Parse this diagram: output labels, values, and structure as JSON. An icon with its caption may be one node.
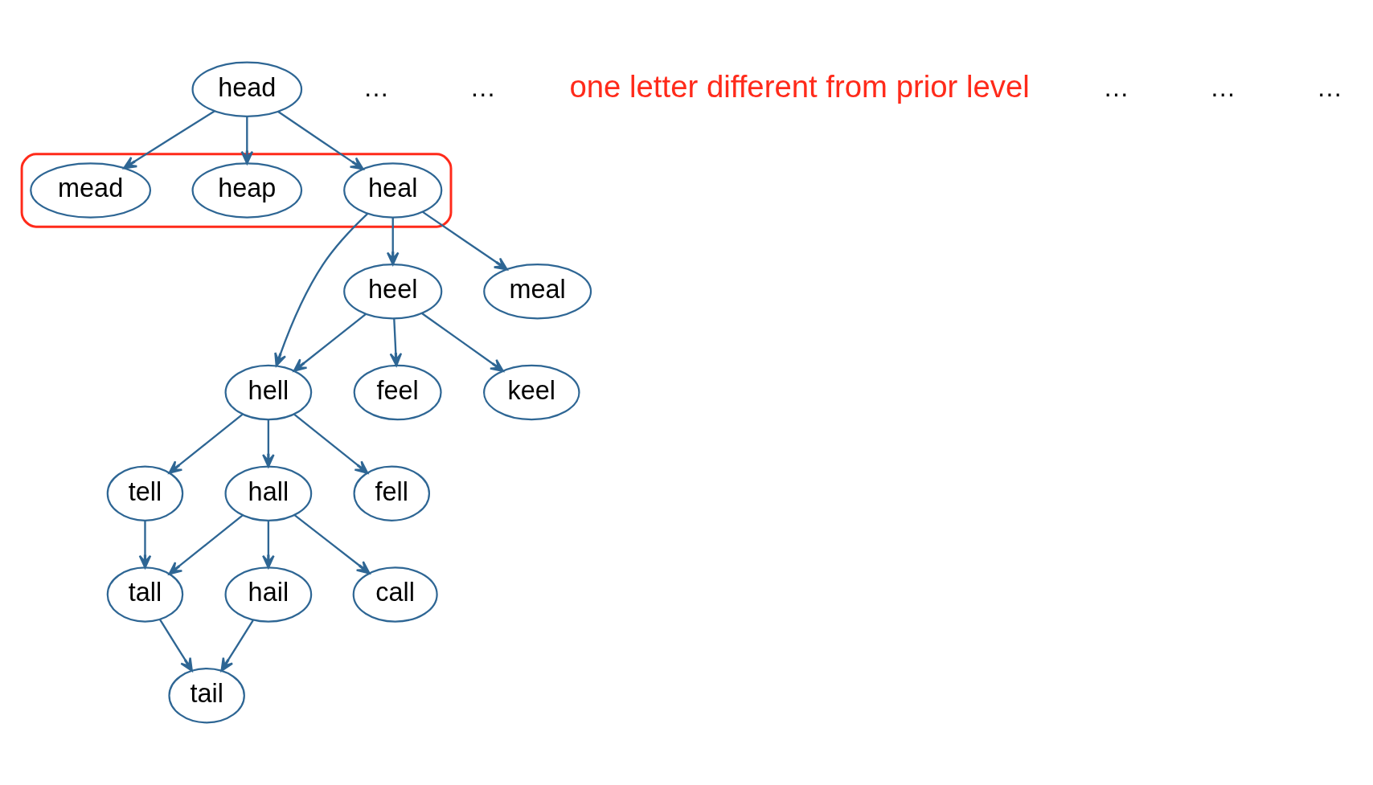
{
  "diagram": {
    "nodes": [
      {
        "text": [
          "head"
        ]
      },
      {
        "text": [],
        "shape": "box"
      },
      {
        "text": [
          "heal"
        ],
        "in": 1
      },
      {
        "text": [
          "heap"
        ],
        "in": 1
      },
      {
        "text": [
          "mead"
        ],
        "in": 1
      },
      {
        "text": [
          "heel"
        ]
      },
      {
        "text": [
          "hell"
        ]
      },
      {
        "text": [
          "meal"
        ]
      },
      {
        "text": [
          "feel"
        ]
      },
      {
        "text": [
          "keel"
        ]
      },
      {
        "text": [
          "hall"
        ]
      },
      {
        "text": [
          "tell"
        ]
      },
      {
        "text": [
          "fell"
        ]
      },
      {
        "text": [
          "tall"
        ]
      },
      {
        "text": [
          "hail"
        ]
      },
      {
        "text": [
          "call"
        ]
      },
      {
        "text": [
          "tail"
        ]
      }
    ],
    "edges": [
      {
        "from": 0,
        "to": 2,
        "arrow": "to"
      },
      {
        "from": 0,
        "to": 3,
        "arrow": "to"
      },
      {
        "from": 0,
        "to": 4,
        "arrow": "to"
      },
      {
        "from": 2,
        "to": 5,
        "arrow": "to"
      },
      {
        "from": 2,
        "to": 6,
        "arrow": "to"
      },
      {
        "from": 2,
        "to": 7,
        "arrow": "to"
      },
      {
        "from": 5,
        "to": 6,
        "arrow": "to"
      },
      {
        "from": 5,
        "to": 8,
        "arrow": "to"
      },
      {
        "from": 5,
        "to": 9,
        "arrow": "to"
      },
      {
        "from": 6,
        "to": 10,
        "arrow": "to"
      },
      {
        "from": 6,
        "to": 11,
        "arrow": "to"
      },
      {
        "from": 6,
        "to": 12,
        "arrow": "to"
      },
      {
        "from": 10,
        "to": 13,
        "arrow": "to"
      },
      {
        "from": 10,
        "to": 14,
        "arrow": "to"
      },
      {
        "from": 10,
        "to": 15,
        "arrow": "to"
      },
      {
        "from": 11,
        "to": 13,
        "arrow": "to"
      },
      {
        "from": 13,
        "to": 16,
        "arrow": "to"
      },
      {
        "from": 14,
        "to": 16,
        "arrow": "to"
      }
    ],
    "labels": [
      "…",
      "…",
      "one letter different from prior level",
      "…",
      "…",
      "…"
    ]
  }
}
